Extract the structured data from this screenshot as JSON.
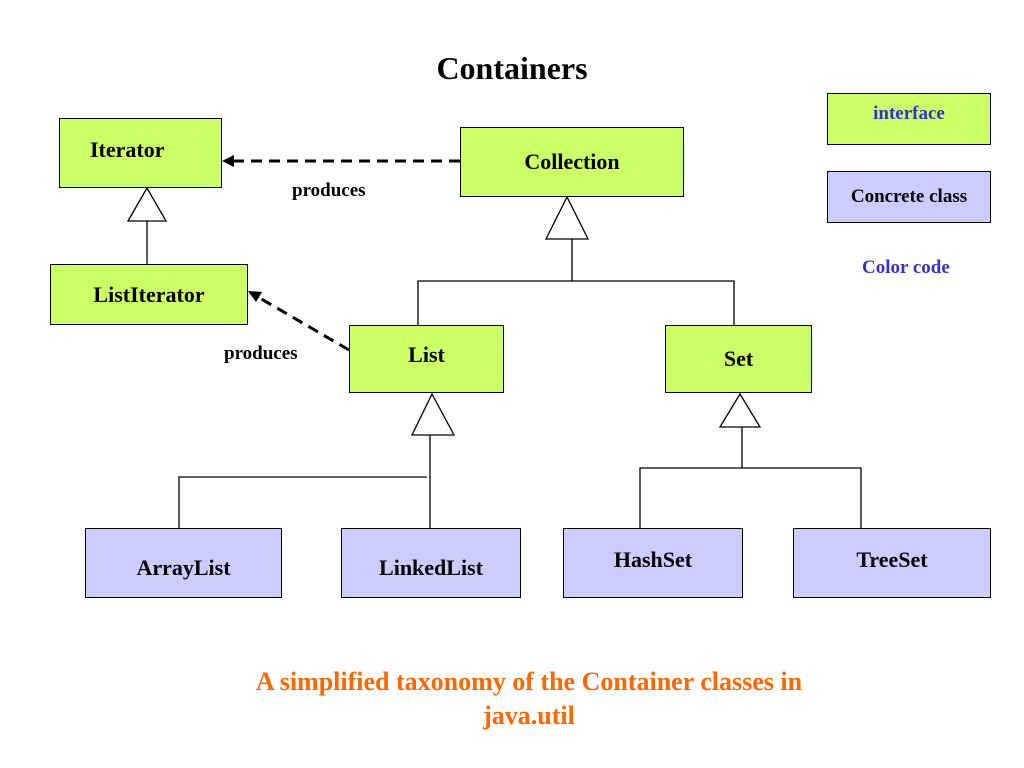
{
  "title": "Containers",
  "nodes": {
    "iterator": "Iterator",
    "list_iterator": "ListIterator",
    "collection": "Collection",
    "list": "List",
    "set": "Set",
    "array_list": "ArrayList",
    "linked_list": "LinkedList",
    "hash_set": "HashSet",
    "tree_set": "TreeSet"
  },
  "edges": {
    "collection_produces": "produces",
    "list_produces": "produces"
  },
  "legend": {
    "interface": "interface",
    "concrete": "Concrete class",
    "heading": "Color code"
  },
  "caption": "A simplified taxonomy of the Container classes in java.util",
  "colors": {
    "interface_fill": "#ccff66",
    "concrete_fill": "#ccccff",
    "legend_text": "#3333cc",
    "caption_text": "#ff6600"
  }
}
